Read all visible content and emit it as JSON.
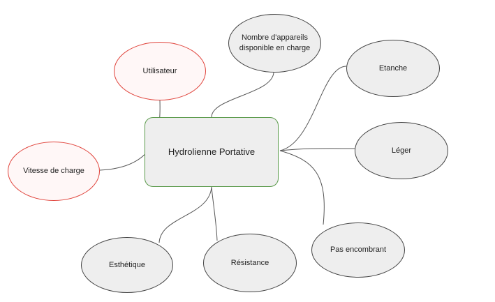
{
  "central": {
    "label": "Hydrolienne Portative"
  },
  "nodes": {
    "utilisateur": "Utilisateur",
    "appareils": "Nombre d'appareils disponible en charge",
    "etanche": "Etanche",
    "leger": "Léger",
    "vitesse": "Vitesse de charge",
    "encombrant": "Pas encombrant",
    "esthetique": "Esthétique",
    "resistance": "Résistance"
  },
  "colors": {
    "central_border": "#5a9a4a",
    "highlight_border": "#e0433b",
    "default_border": "#444444",
    "fill": "#eeeeee"
  }
}
